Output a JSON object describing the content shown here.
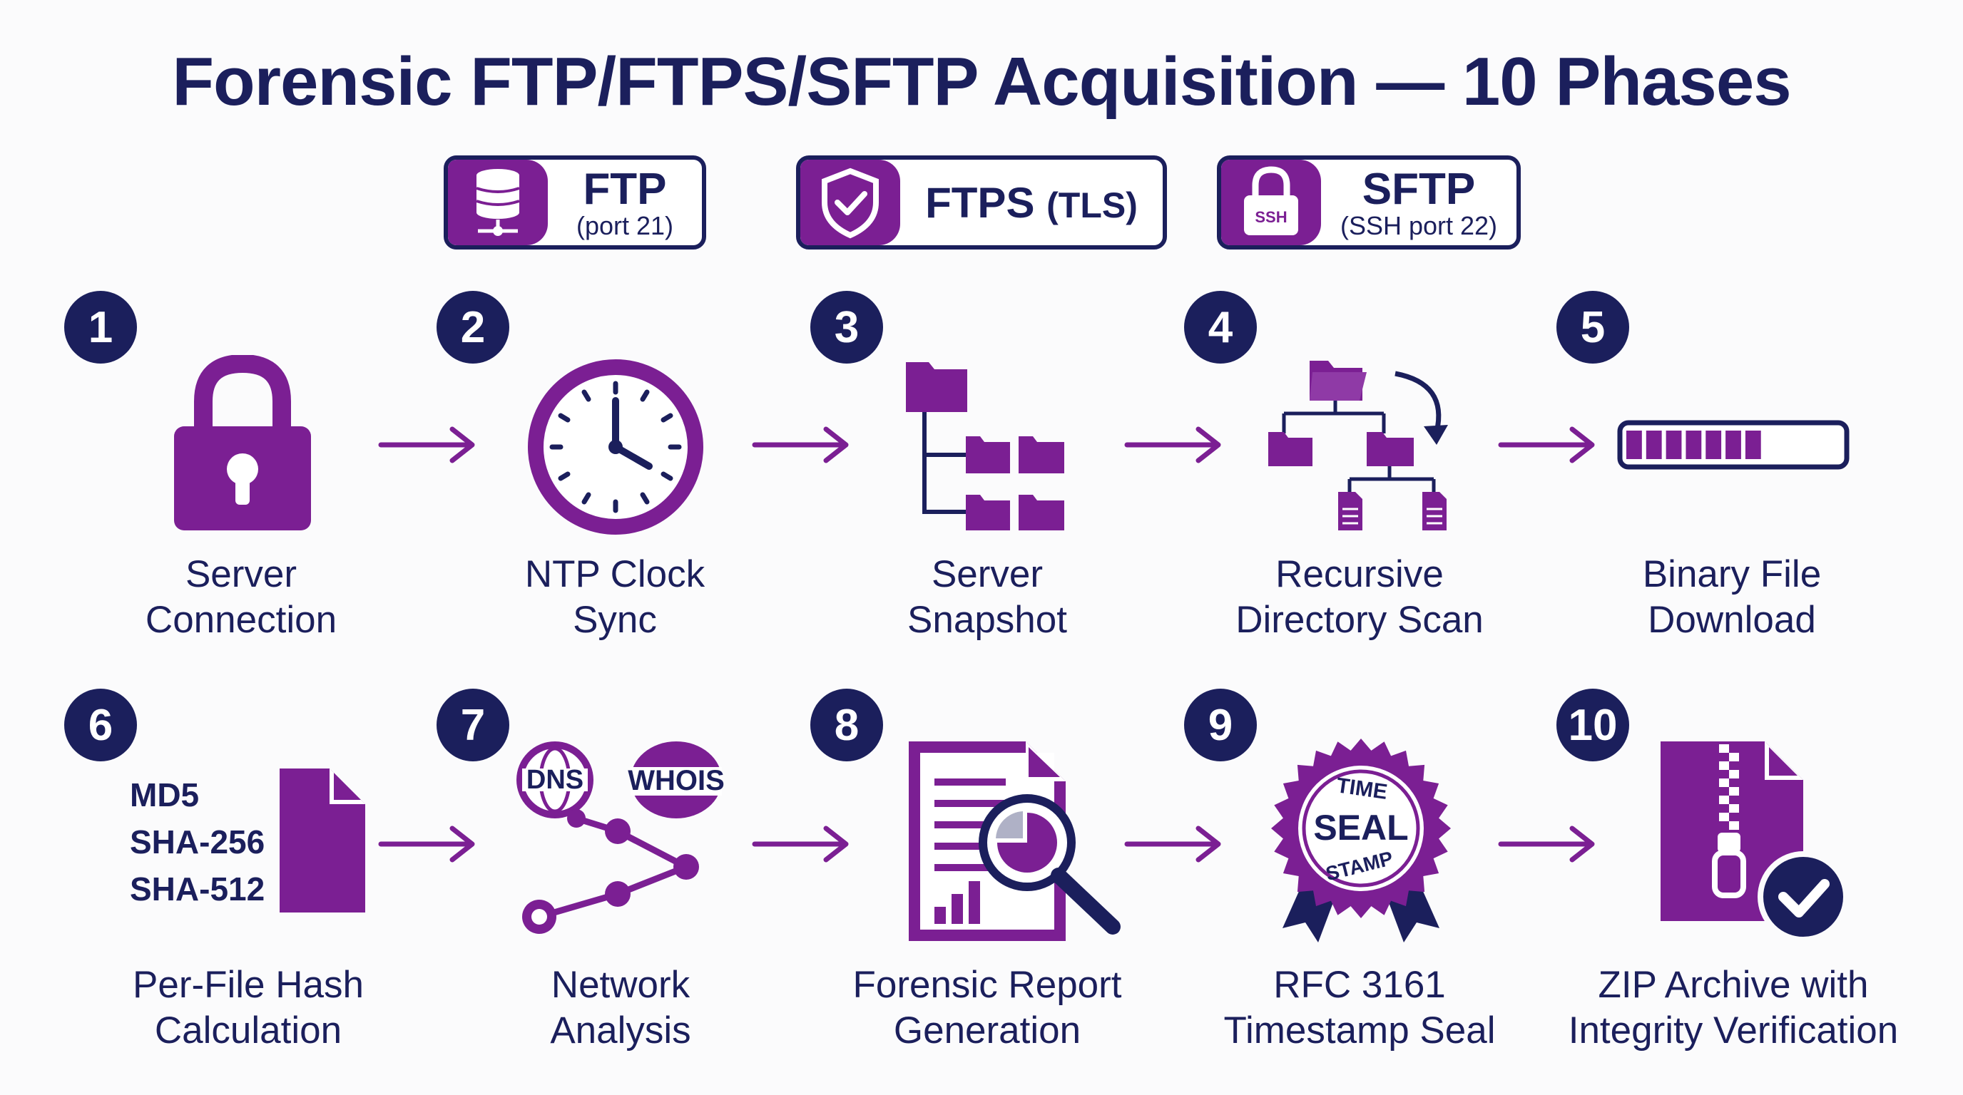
{
  "title": "Forensic FTP/FTPS/SFTP Acquisition — 10 Phases",
  "protocols": [
    {
      "name": "FTP",
      "detail": "(port 21)",
      "icon": "server-icon"
    },
    {
      "name": "FTPS",
      "detail": "(TLS)",
      "icon": "shield-check-icon"
    },
    {
      "name": "SFTP",
      "detail": "(SSH port 22)",
      "icon": "lock-icon",
      "badge": "SSH"
    }
  ],
  "phases": [
    {
      "number": "1",
      "line1": "Server",
      "line2": "Connection",
      "icon": "padlock-icon"
    },
    {
      "number": "2",
      "line1": "NTP Clock",
      "line2": "Sync",
      "icon": "clock-icon"
    },
    {
      "number": "3",
      "line1": "Server",
      "line2": "Snapshot",
      "icon": "folder-tree-icon"
    },
    {
      "number": "4",
      "line1": "Recursive",
      "line2": "Directory Scan",
      "icon": "directory-scan-icon"
    },
    {
      "number": "5",
      "line1": "Binary File",
      "line2": "Download",
      "icon": "progress-bar-icon"
    },
    {
      "number": "6",
      "line1": "Per-File Hash",
      "line2": "Calculation",
      "icon": "file-hash-icon"
    },
    {
      "number": "7",
      "line1": "Network",
      "line2": "Analysis",
      "icon": "network-icon"
    },
    {
      "number": "8",
      "line1": "Forensic Report",
      "line2": "Generation",
      "icon": "report-magnifier-icon"
    },
    {
      "number": "9",
      "line1": "RFC 3161",
      "line2": "Timestamp Seal",
      "icon": "seal-icon"
    },
    {
      "number": "10",
      "line1": "ZIP Archive with",
      "line2": "Integrity Verification",
      "icon": "zip-check-icon"
    }
  ],
  "hashes": [
    "MD5",
    "SHA-256",
    "SHA-512"
  ],
  "network_badges": [
    "DNS",
    "WHOIS"
  ],
  "seal_text": {
    "top": "TIME",
    "center": "SEAL",
    "bottom": "STAMP"
  },
  "download_progress": 0.6,
  "colors": {
    "navy": "#1b1f5c",
    "purple": "#7b1f93",
    "background": "#fbfbfc"
  }
}
